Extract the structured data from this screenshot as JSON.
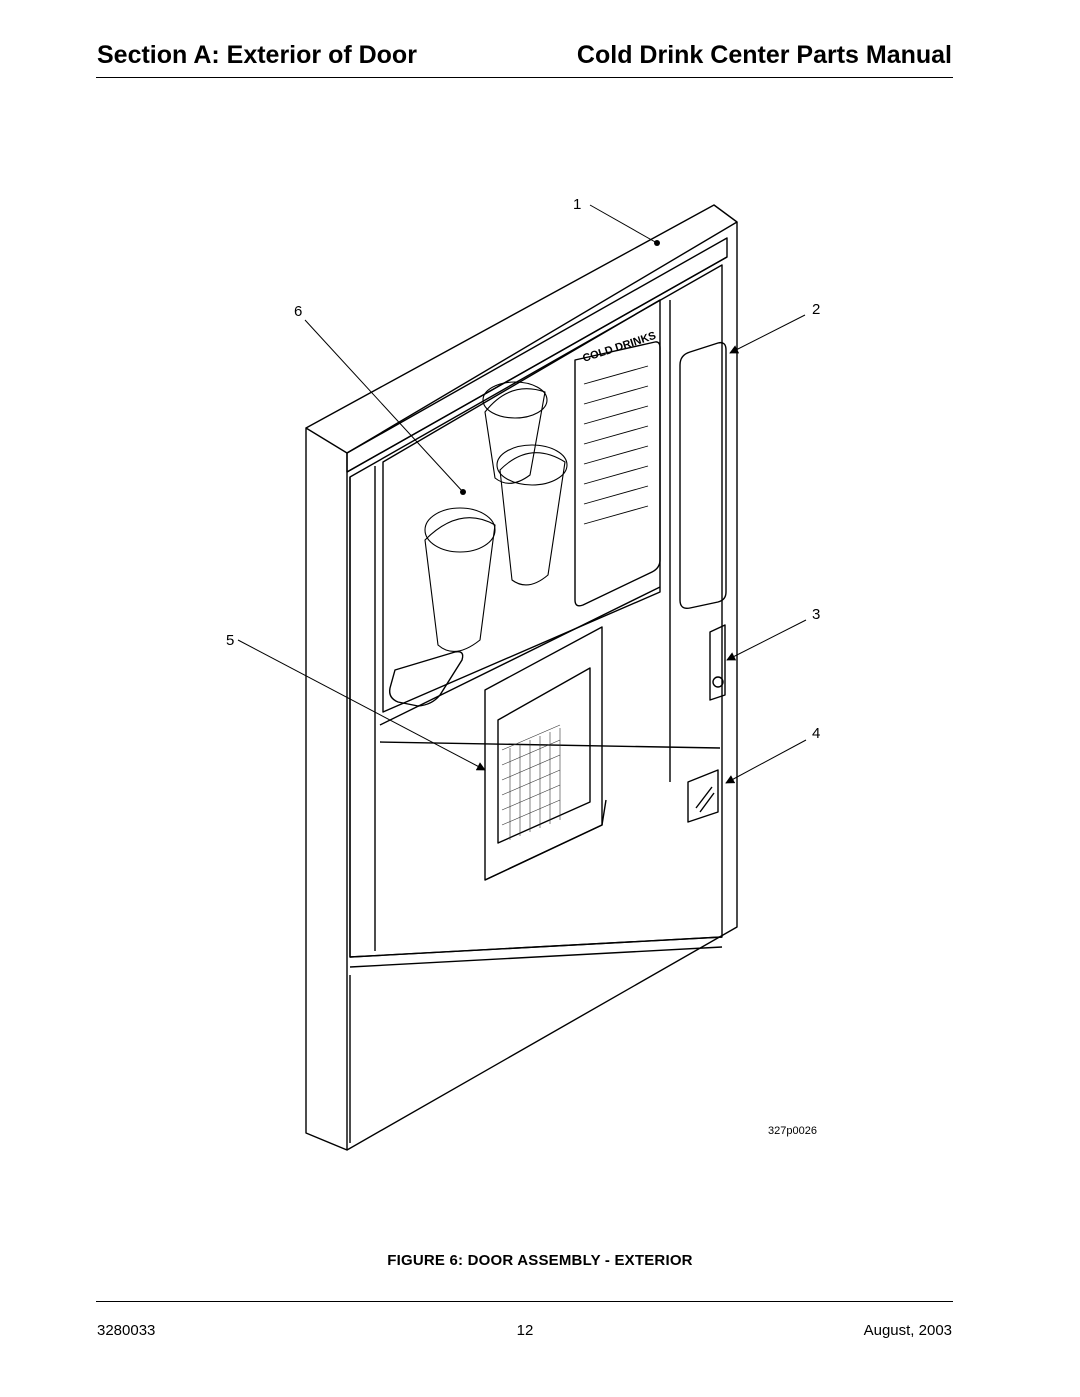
{
  "header": {
    "section": "Section A: Exterior of Door",
    "manual": "Cold Drink Center Parts Manual"
  },
  "figure": {
    "callouts": [
      "1",
      "2",
      "3",
      "4",
      "5",
      "6"
    ],
    "panel_text": "COLD DRINKS",
    "drawing_id": "327p0026",
    "caption": "FIGURE 6: DOOR ASSEMBLY - EXTERIOR"
  },
  "footer": {
    "doc_number": "3280033",
    "page_number": "12",
    "date": "August, 2003"
  }
}
